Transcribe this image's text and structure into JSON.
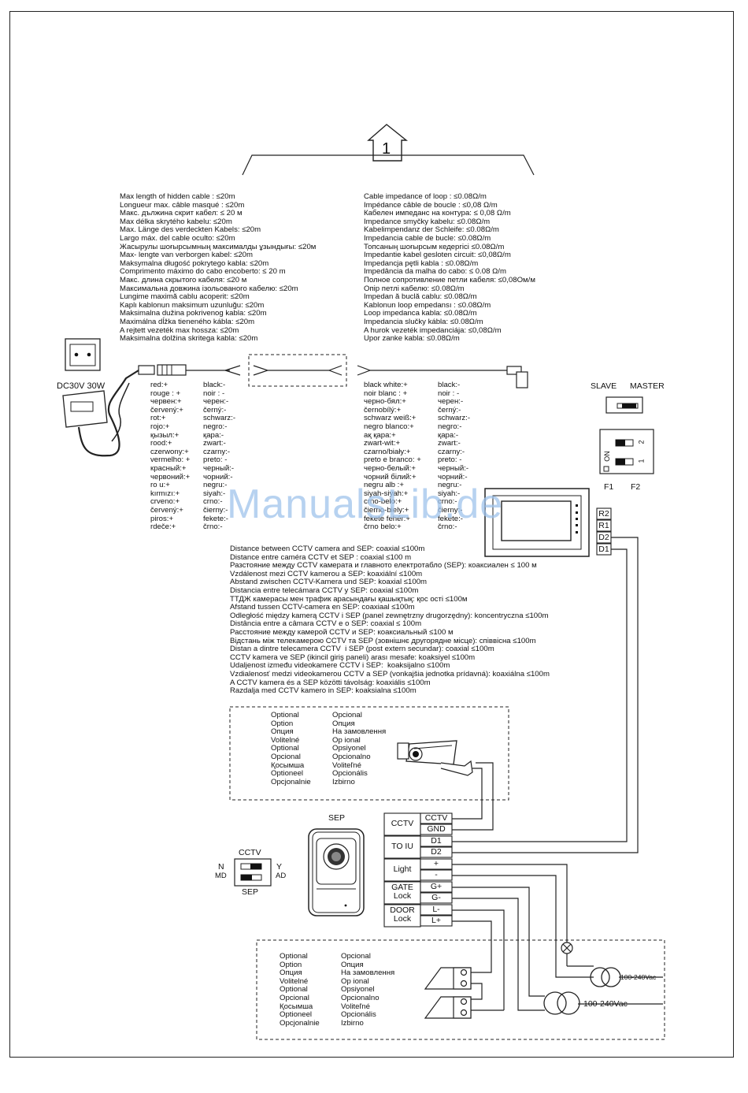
{
  "step_number": "1",
  "psu_label": "DC30V 30W",
  "hidden_cable_lengths": [
    "Max length of hidden cable : ≤20m",
    "Longueur max. câble masqué : ≤20m",
    "Макс. дължина скрит кабел: ≤ 20 м",
    "Max délka skrytého kabelu: ≤20m",
    "Max. Länge des verdeckten Kabels: ≤20m",
    "Largo máx. del cable oculto: ≤20m",
    "Жасырулы шоғырсымның максималды ұзындығы: ≤20м",
    "Max- lengte van verborgen kabel: ≤20m",
    "Maksymalna długość pokrytego kabla: ≤20m",
    "Comprimento máximo do cabo encoberto: ≤ 20 m",
    "Макс. длина скрытого кабеля: ≤20 м",
    "Максимальна довжина ізольованого кабелю: ≤20m",
    "Lungime maximă cablu acoperit: ≤20m",
    "Kaplı kablonun maksimum uzunluğu: ≤20m",
    "Maksimalna dužina pokrivenog kabla: ≤20m",
    "Maximálna dĺžka tieneného kábla: ≤20m",
    "A rejtett vezeték max hossza: ≤20m",
    "Maksimalna dolžina skritega kabla: ≤20m"
  ],
  "loop_impedances": [
    "Cable impedance of loop : ≤0.08Ω/m",
    "Impédance câble de boucle : ≤0,08 Ω/m",
    "Кабелен импеданс на контура: ≤ 0,08 Ω/m",
    "Impedance smyčky kabelu: ≤0.08Ω/m",
    "Kabelimpendanz der Schleife: ≤0.08Ω/m",
    "Impedancia cable de bucle: ≤0.08Ω/m",
    "Топсаның шоғырсым кедергісі ≤0.08Ω/m",
    "Impedantie kabel gesloten circuit: ≤0,08Ω/m",
    "Impedancja pętli kabla : ≤0.08Ω/m",
    "Impedância da malha do cabo: ≤ 0.08 Ω/m",
    "Полное сопротивление петли кабеля: ≤0,08Ом/м",
    "Опір петлі кабелю: ≤0.08Ω/m",
    "Impedan ă buclă cablu: ≤0.08Ω/m",
    "Kablonun loop empedansı : ≤0.08Ω/m",
    "Loop impedanca kabla: ≤0.08Ω/m",
    "Impedancia slučky kábla: ≤0.08Ω/m",
    "A hurok vezeték impedanciája: ≤0,08Ω/m",
    "Upor zanke kabla: ≤0.08Ω/m"
  ],
  "wire_left_a": [
    "red:+",
    "rouge : +",
    "червен:+",
    "červený:+",
    "rot:+",
    "rojo:+",
    "қызыл:+",
    "rood:+",
    "czerwony:+",
    "vermelho: +",
    "красный:+",
    "червоний:+",
    "ro u:+",
    "kırmızı:+",
    "crveno:+",
    "červený:+",
    "piros:+",
    "rdeče:+"
  ],
  "wire_left_b": [
    "black:-",
    "noir : -",
    "черен:-",
    "černý:-",
    "schwarz:-",
    "negro:-",
    "қара:-",
    "zwart:-",
    "czarny:-",
    "preto: -",
    "черный:-",
    "чорний:-",
    "negru:-",
    "siyah:-",
    "crno:-",
    "čierny:-",
    "fekete:-",
    "črno:-"
  ],
  "wire_right_a": [
    "black white:+",
    "noir blanc : +",
    "черно-бял:+",
    "černobílý:+",
    "schwarz weiß:+",
    "negro blanco:+",
    "ақ қара:+",
    "zwart-wit:+",
    "czarno/biały:+",
    "preto e branco: +",
    "черно-белый:+",
    "чорний білий:+",
    "negru alb :+",
    "siyah-siyah:+",
    "crno-belo:+",
    "čierno-biely:+",
    "fekete fehér:+",
    "črno belo:+"
  ],
  "wire_right_b": [
    "black:-",
    "noir : -",
    "черен:-",
    "černý:-",
    "schwarz:-",
    "negro:-",
    "қара:-",
    "zwart:-",
    "czarny:-",
    "preto: -",
    "черный:-",
    "чорний:-",
    "negru:-",
    "siyah:-",
    "crno:-",
    "čierny:-",
    "fekete:-",
    "črno:-"
  ],
  "switch_labels": {
    "slave": "SLAVE",
    "master": "MASTER",
    "on": "ON",
    "f1": "F1",
    "f2": "F2",
    "dip1": "1",
    "dip2": "2"
  },
  "iu_terminals": [
    "R2",
    "R1",
    "D2",
    "D1"
  ],
  "cctv_distances": [
    "Distance between CCTV camera and SEP: coaxial ≤100m",
    "Distance entre caméra CCTV et SEP : coaxial ≤100 m",
    "Разстояние между CCTV камерата и главното електротабло (SEP): коаксиален ≤ 100 м",
    "Vzdálenost mezi CCTV kamerou a SEP: koaxiální ≤100m",
    "Abstand zwischen CCTV-Kamera und SEP: koaxial ≤100m",
    "Distancia entre telecámara CCTV y SEP: coaxial ≤100m",
    "ТТДЖ камерасы мен трафик арасындағы қашықтық: қос ості ≤100м",
    "Afstand tussen CCTV-camera en SEP: coaxiaal ≤100m",
    "Odległość między kamerą CCTV i SEP (panel zewnętrzny drugorzędny): koncentryczna ≤100m",
    "Distância entre a câmara CCTV e o SEP: coaxial ≤ 100m",
    "Расстояние между камерой CCTV и SEP: коаксиальный ≤100 м",
    "Відстань між телекамерою CCTV та SEP (зовнішнє другорядне місце): співвісна ≤100m",
    "Distan a dintre telecamera CCTV  i SEP (post extern secundar): coaxial ≤100m",
    "CCTV kamera ve SEP (ikincil giriş paneli) arası mesafe: koaksiyel ≤100m",
    "Udaljenost između videokamere CCTV i SEP:  koaksijalno ≤100m",
    "Vzdialenosť medzi videokamerou CCTV a SEP (vonkajšia jednotka prídavná): koaxiálna ≤100m",
    "A CCTV kamera és a SEP közötti távolság: koaxiális ≤100m",
    "Razdalja med CCTV kamero in SEP: koaksialna ≤100m"
  ],
  "optional_a": [
    "Optional",
    "Option",
    "Опция",
    "Volitelné",
    "Optional",
    "Opcional",
    "Қосымша",
    "Optioneel",
    "Opcjonalnie"
  ],
  "optional_b": [
    "Opcional",
    "Опция",
    "На замовлення",
    "Op ional",
    "Opsiyonel",
    "Opcionalno",
    "Voliteľné",
    "Opcionális",
    "Izbirno"
  ],
  "sep_label": "SEP",
  "sep_switch": {
    "top": "CCTV",
    "bottom": "SEP",
    "n": "N",
    "md": "MD",
    "y": "Y",
    "ad": "AD"
  },
  "terminal_groups": [
    {
      "name": "CCTV",
      "pins": [
        "CCTV",
        "GND"
      ]
    },
    {
      "name": "TO IU",
      "pins": [
        "D1",
        "D2"
      ]
    },
    {
      "name": "Light",
      "pins": [
        "+",
        "-"
      ]
    },
    {
      "name": "GATE\nLock",
      "pins": [
        "G+",
        "G-"
      ]
    },
    {
      "name": "DOOR\nLock",
      "pins": [
        "L-",
        "L+"
      ]
    }
  ],
  "transformer_small": "100-240Vac",
  "transformer_large": "100-240Vac",
  "watermark": "ManualsLib.de"
}
